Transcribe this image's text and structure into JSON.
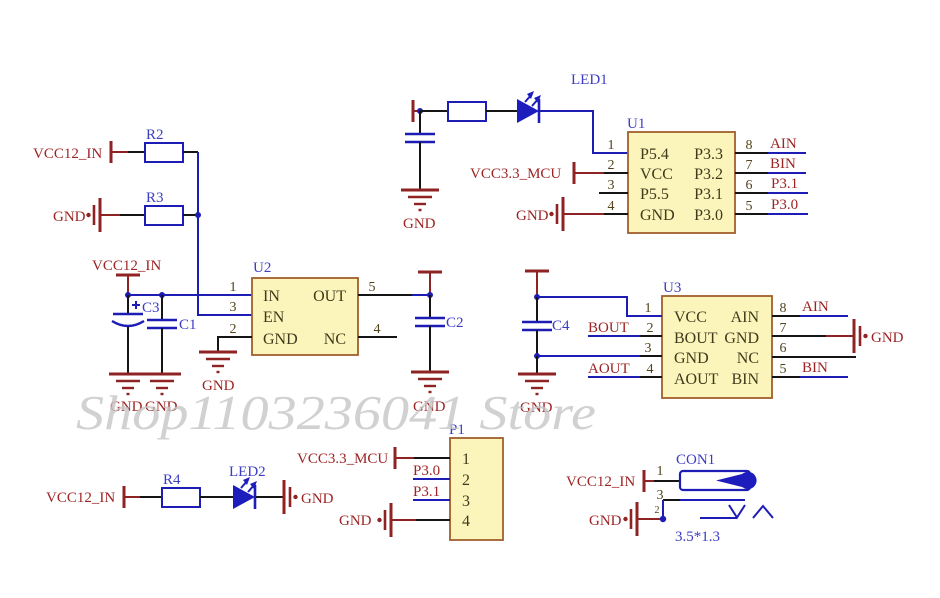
{
  "watermark": "Shop1103236041 Store",
  "colors": {
    "wire_blue": "#1d1db5",
    "wire_black": "#151515",
    "power_red": "#8f2323",
    "net_label_red": "#9d2424",
    "designator_blue": "#3d3dc4",
    "chip_fill": "#fbf5bb",
    "chip_border": "#a05f2c",
    "watermark_gray": "#c6c6c6"
  },
  "nets": {
    "vcc12": "VCC12_IN",
    "vcc33": "VCC3.3_MCU",
    "gnd": "GND",
    "ain": "AIN",
    "bin": "BIN",
    "bout": "BOUT",
    "aout": "AOUT",
    "p30": "P3.0",
    "p31": "P3.1"
  },
  "components": {
    "r2": {
      "ref": "R2"
    },
    "r3": {
      "ref": "R3"
    },
    "r4": {
      "ref": "R4"
    },
    "c1": {
      "ref": "C1"
    },
    "c2": {
      "ref": "C2"
    },
    "c3": {
      "ref": "C3"
    },
    "c4": {
      "ref": "C4"
    },
    "led1": {
      "ref": "LED1"
    },
    "led2": {
      "ref": "LED2"
    },
    "u1": {
      "ref": "U1",
      "pins_left": [
        {
          "num": "1",
          "name": "P5.4"
        },
        {
          "num": "2",
          "name": "VCC"
        },
        {
          "num": "3",
          "name": "P5.5"
        },
        {
          "num": "4",
          "name": "GND"
        }
      ],
      "pins_right": [
        {
          "num": "8",
          "name": "P3.3",
          "net": "AIN"
        },
        {
          "num": "7",
          "name": "P3.2",
          "net": "BIN"
        },
        {
          "num": "6",
          "name": "P3.1",
          "net": "P3.1"
        },
        {
          "num": "5",
          "name": "P3.0",
          "net": "P3.0"
        }
      ]
    },
    "u2": {
      "ref": "U2",
      "pins_left": [
        {
          "num": "1",
          "name": "IN"
        },
        {
          "num": "3",
          "name": "EN"
        },
        {
          "num": "2",
          "name": "GND"
        }
      ],
      "pins_right": [
        {
          "num": "5",
          "name": "OUT"
        },
        {
          "num": "4",
          "name": "NC"
        }
      ]
    },
    "u3": {
      "ref": "U3",
      "pins_left": [
        {
          "num": "1",
          "name": "VCC"
        },
        {
          "num": "2",
          "name": "BOUT",
          "net": "BOUT"
        },
        {
          "num": "3",
          "name": "GND"
        },
        {
          "num": "4",
          "name": "AOUT",
          "net": "AOUT"
        }
      ],
      "pins_right": [
        {
          "num": "8",
          "name": "AIN",
          "net": "AIN"
        },
        {
          "num": "7",
          "name": "GND",
          "net": "GND"
        },
        {
          "num": "6",
          "name": "NC"
        },
        {
          "num": "5",
          "name": "BIN",
          "net": "BIN"
        }
      ]
    },
    "p1": {
      "ref": "P1",
      "pin_numbers": [
        "1",
        "2",
        "3",
        "4"
      ],
      "pin1_net": "VCC3.3_MCU",
      "pin2_net": "P3.0",
      "pin3_net": "P3.1",
      "pin4_net": "GND"
    },
    "con1": {
      "ref": "CON1",
      "size_label": "3.5*1.3",
      "pin_numbers": [
        "1",
        "2",
        "3"
      ],
      "pin1_net": "VCC12_IN",
      "gnd_net": "GND"
    }
  }
}
